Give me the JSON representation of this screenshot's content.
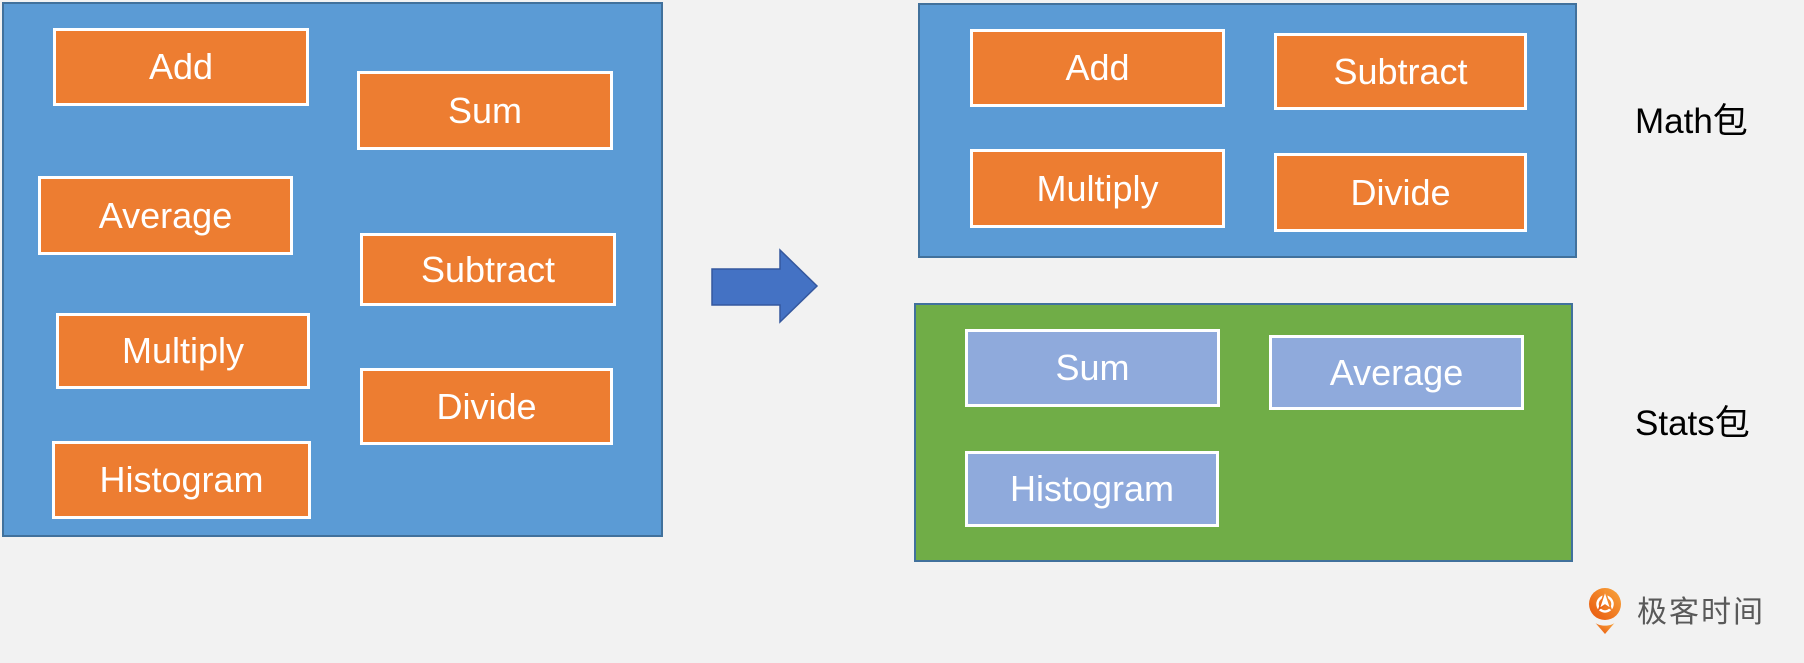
{
  "diagram": {
    "description": "Refactoring one module into Math and Stats packages",
    "colors": {
      "background": "#f2f2f2",
      "panel_blue": "#5b9bd5",
      "panel_green": "#70ad47",
      "panel_border": "#41719c",
      "box_orange": "#ed7d31",
      "box_light_blue": "#8faadc",
      "arrow_blue": "#4472c4",
      "package_label_text": "#000000",
      "logo_text_color": "#595959"
    },
    "source_panel": {
      "boxes": [
        "Add",
        "Sum",
        "Average",
        "Subtract",
        "Multiply",
        "Divide",
        "Histogram"
      ]
    },
    "arrow": {
      "direction": "right"
    },
    "math_package": {
      "label": "Math包",
      "boxes": [
        "Add",
        "Subtract",
        "Multiply",
        "Divide"
      ]
    },
    "stats_package": {
      "label": "Stats包",
      "boxes": [
        "Sum",
        "Average",
        "Histogram"
      ]
    },
    "logo": {
      "text": "极客时间"
    }
  }
}
